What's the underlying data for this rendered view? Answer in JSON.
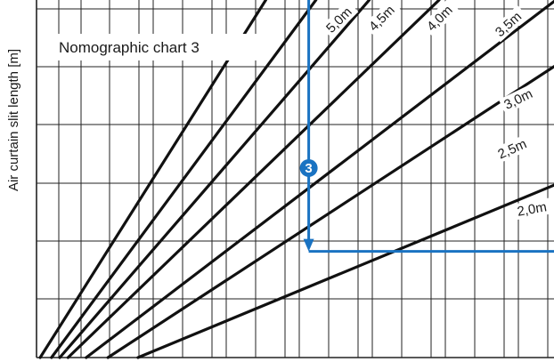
{
  "chart_data": {
    "type": "line",
    "title": "Nomographic chart 3",
    "ylabel": "Air curtain slit length [m]",
    "xlabel": "",
    "grid": true,
    "series": [
      {
        "name": "5,0 m",
        "points": [
          [
            0.7,
            0
          ],
          [
            44.3,
            100
          ]
        ]
      },
      {
        "name": "4,5 m",
        "points": [
          [
            2.9,
            0
          ],
          [
            54.0,
            100
          ]
        ]
      },
      {
        "name": "4,0 m",
        "points": [
          [
            4.5,
            0
          ],
          [
            64.3,
            100
          ]
        ]
      },
      {
        "name": "3,5 m",
        "points": [
          [
            6.1,
            0
          ],
          [
            77.8,
            100
          ]
        ]
      },
      {
        "name": "3,0 m",
        "points": [
          [
            9.6,
            0
          ],
          [
            100,
            99.6
          ]
        ]
      },
      {
        "name": "2,5 m",
        "points": [
          [
            13.8,
            0
          ],
          [
            100,
            81.4
          ]
        ]
      },
      {
        "name": "2,0 m",
        "points": [
          [
            19.6,
            0
          ],
          [
            100,
            48.2
          ]
        ]
      }
    ],
    "curve_labels": [
      "5,0m",
      "4,5m",
      "4,0m",
      "3,5m",
      "3,0m",
      "2,5m",
      "2,0m"
    ],
    "reading_path": {
      "marker": "3",
      "color": "#1a73c2",
      "points": [
        [
          52.6,
          100
        ],
        [
          52.6,
          29.7
        ],
        [
          100,
          29.7
        ]
      ]
    }
  }
}
